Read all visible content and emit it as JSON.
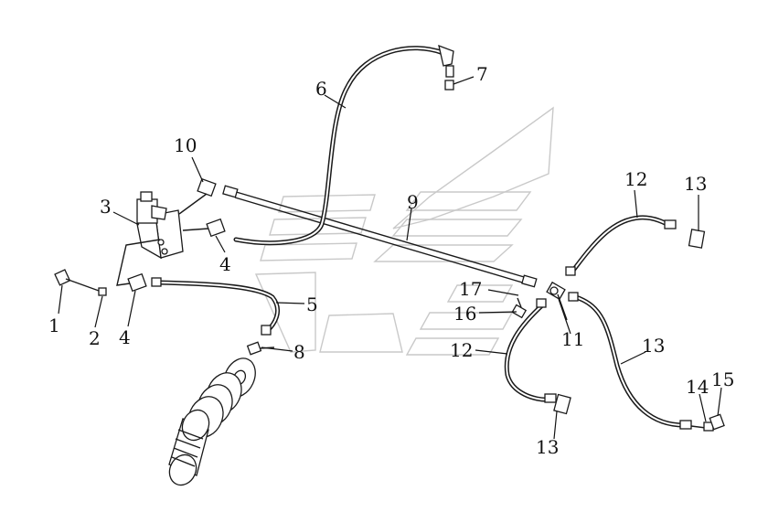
{
  "callouts": {
    "c1": "1",
    "c2": "2",
    "c3": "3",
    "c4a": "4",
    "c4b": "4",
    "c5": "5",
    "c6": "6",
    "c7": "7",
    "c8": "8",
    "c9": "9",
    "c10": "10",
    "c11": "11",
    "c12a": "12",
    "c12b": "12",
    "c13a": "13",
    "c13b": "13",
    "c13c": "13",
    "c14": "14",
    "c15": "15",
    "c16": "16",
    "c17": "17"
  },
  "icons": {
    "watermark": "shield-logo-watermark"
  }
}
